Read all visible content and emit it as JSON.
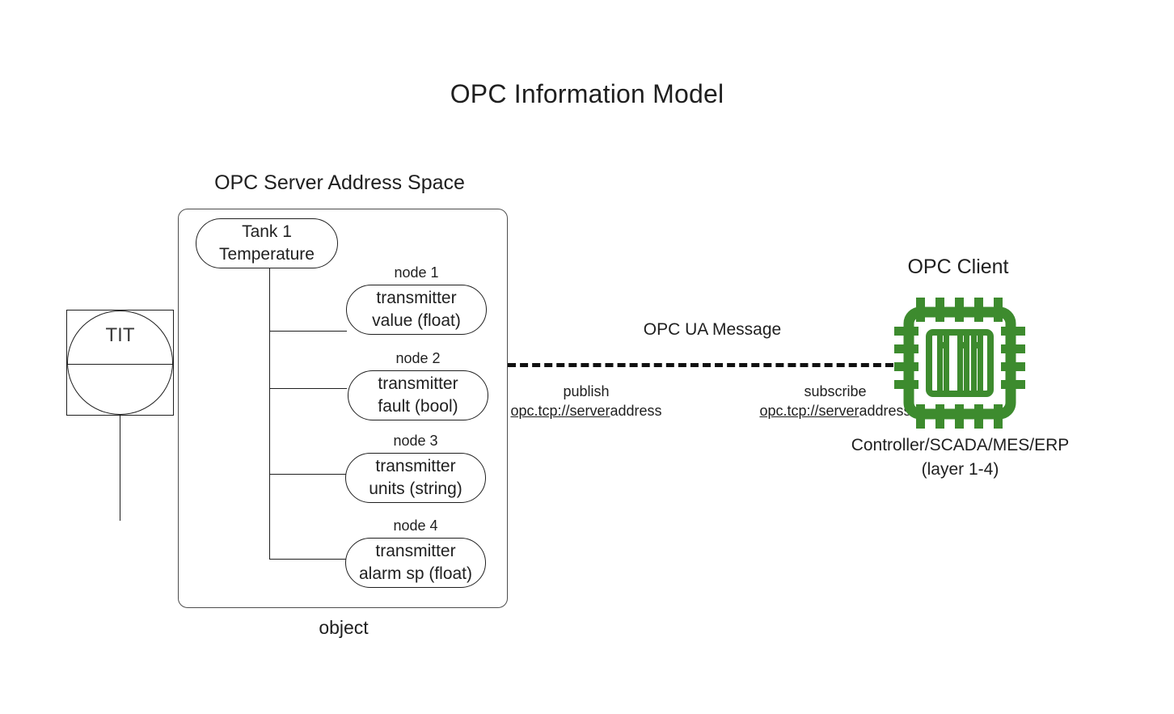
{
  "title": "OPC Information Model",
  "server": {
    "heading": "OPC Server Address Space",
    "caption": "object",
    "object_node": {
      "line1": "Tank 1",
      "line2": "Temperature"
    },
    "nodes": [
      {
        "label": "node 1",
        "line1": "transmitter",
        "line2": "value (float)"
      },
      {
        "label": "node 2",
        "line1": "transmitter",
        "line2": "fault (bool)"
      },
      {
        "label": "node 3",
        "line1": "transmitter",
        "line2": "units (string)"
      },
      {
        "label": "node 4",
        "line1": "transmitter",
        "line2": "alarm sp (float)"
      }
    ]
  },
  "instrument": {
    "tag": "TIT"
  },
  "link": {
    "message_label": "OPC UA Message",
    "publish": {
      "action": "publish",
      "url_link": "opc.tcp://server",
      "url_tail": "address"
    },
    "subscribe": {
      "action": "subscribe",
      "url_link": "opc.tcp://server",
      "url_tail": "address"
    }
  },
  "client": {
    "heading": "OPC Client",
    "icon": "microchip-icon",
    "role_line1": "Controller/SCADA/MES/ERP",
    "role_line2": "(layer 1-4)"
  },
  "colors": {
    "chip_green": "#3d8b2e",
    "stroke": "#1f1f1f",
    "container_stroke": "#4d4d4d",
    "background": "#ffffff"
  }
}
